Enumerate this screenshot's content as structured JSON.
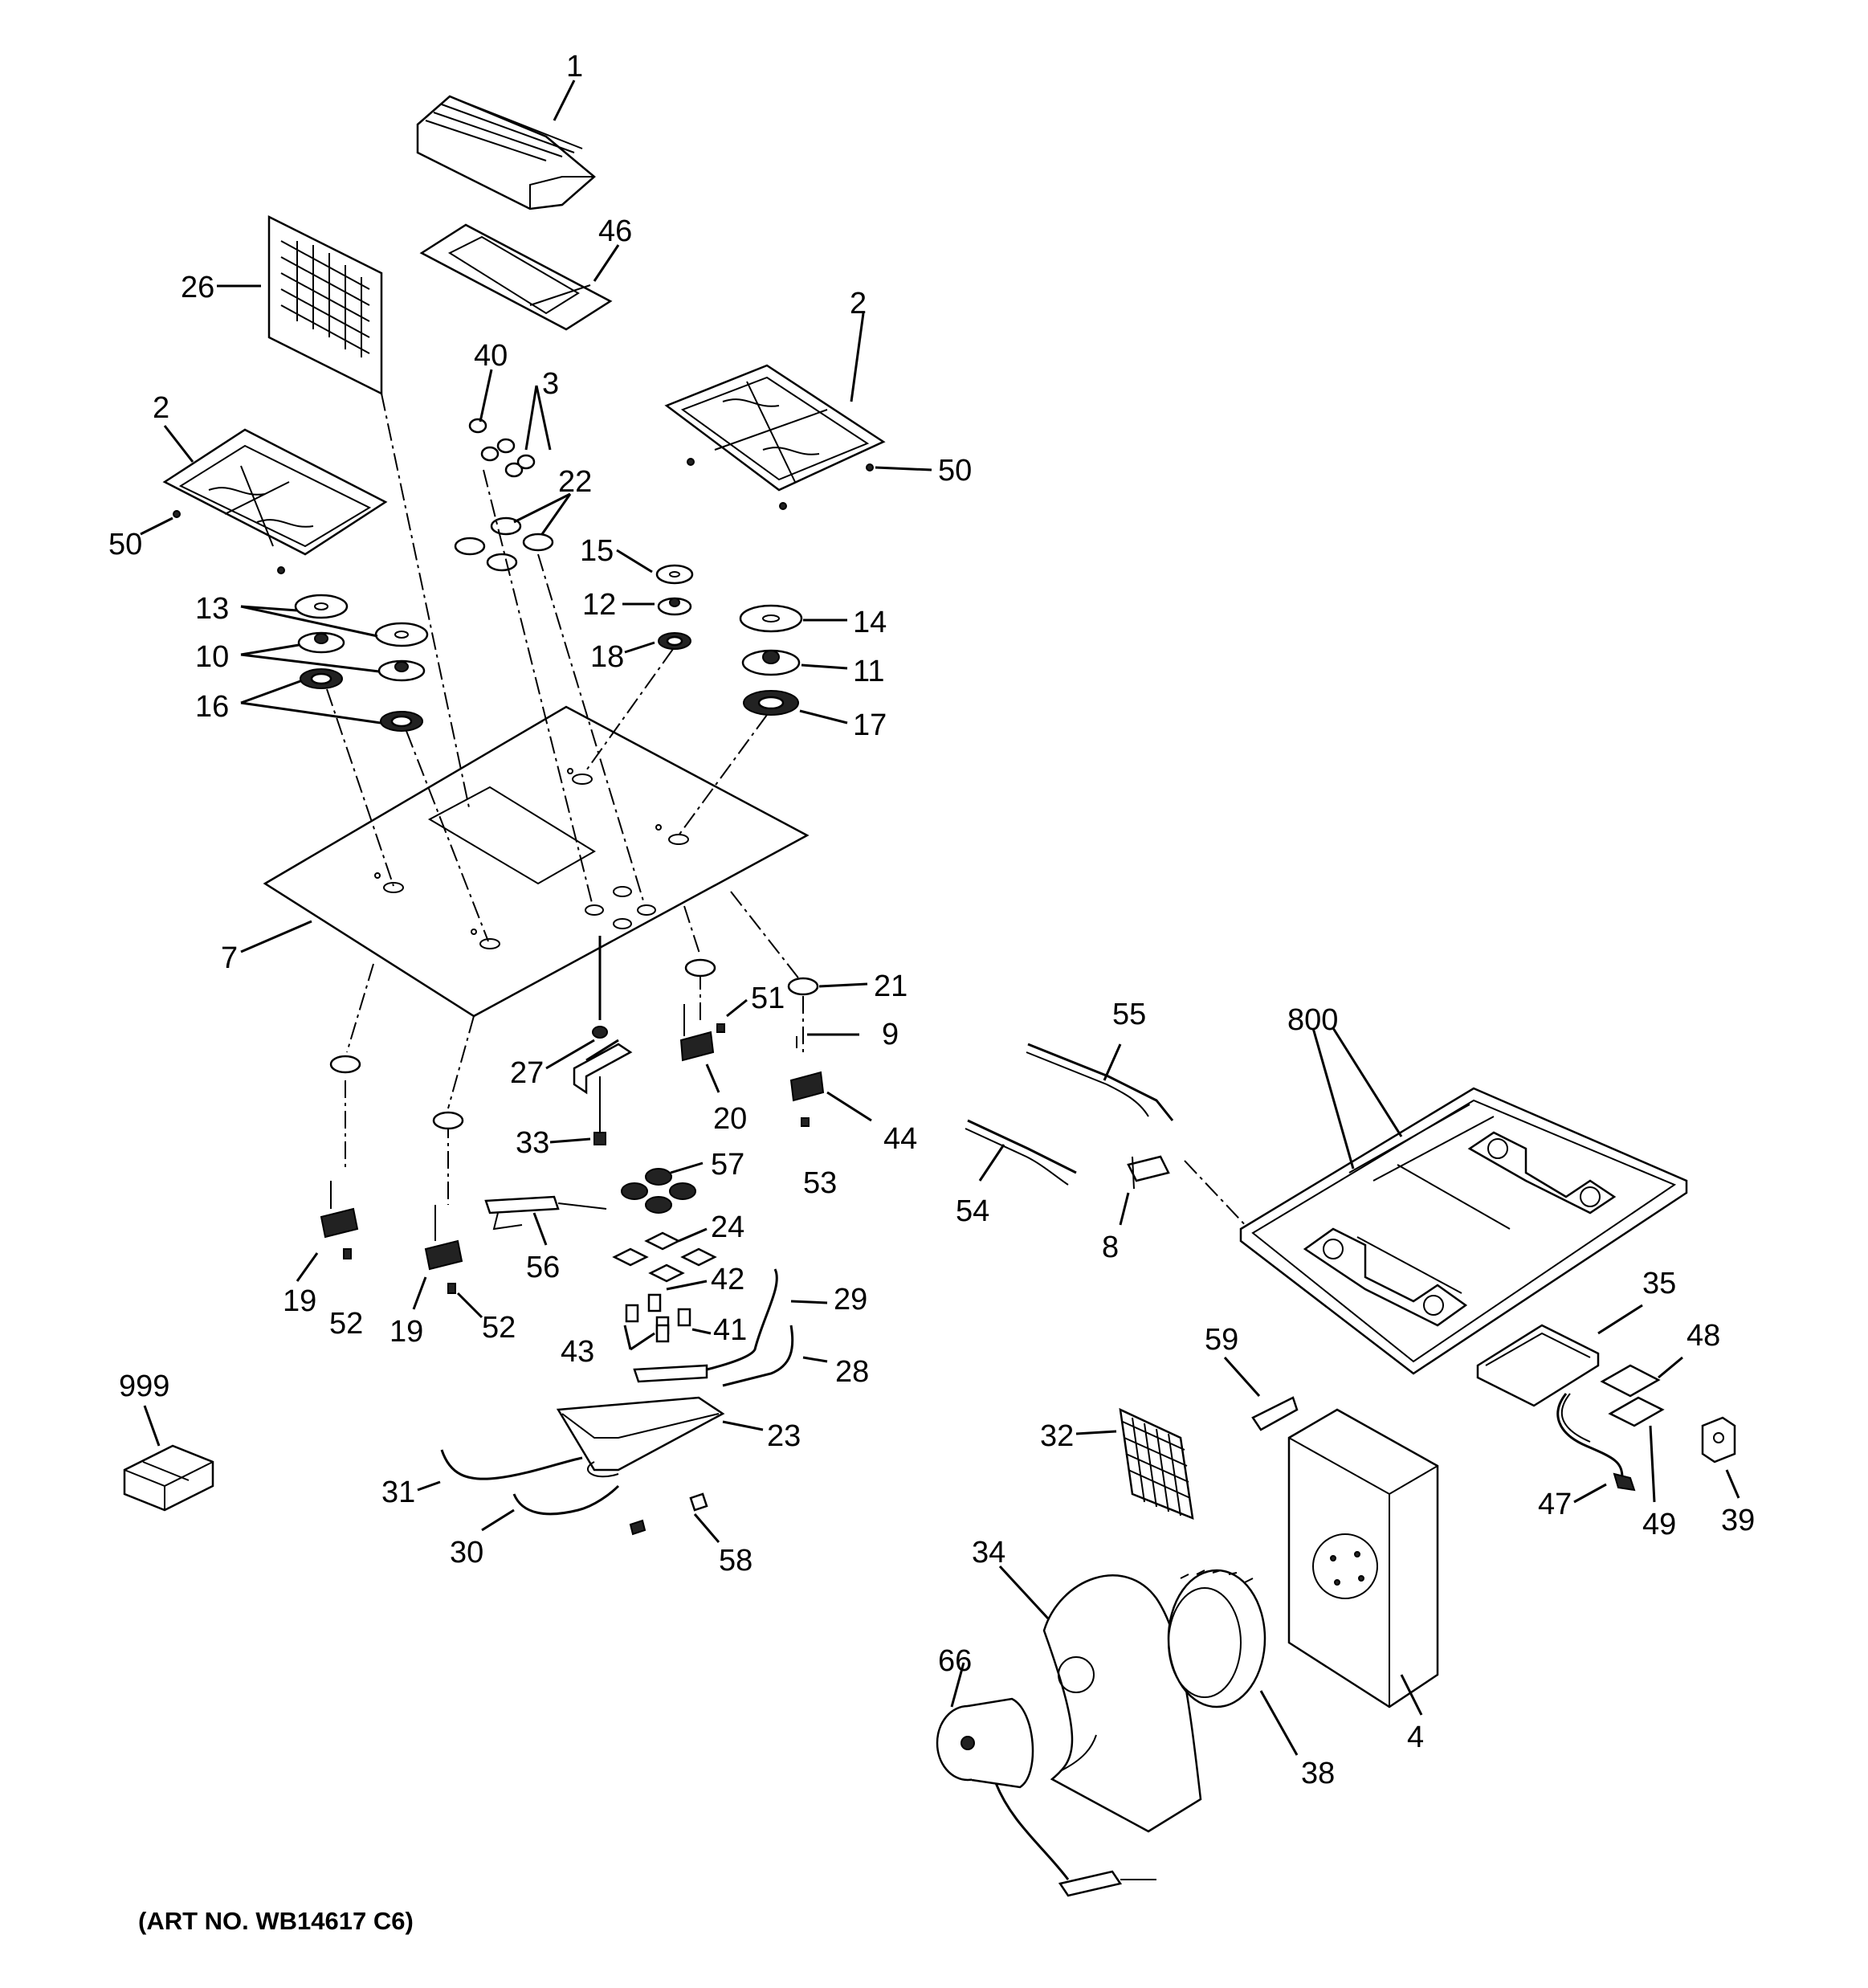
{
  "art_number": "(ART NO. WB14617 C6)",
  "callouts": [
    {
      "id": "c1",
      "text": "1"
    },
    {
      "id": "c46",
      "text": "46"
    },
    {
      "id": "c26",
      "text": "26"
    },
    {
      "id": "c2a",
      "text": "2"
    },
    {
      "id": "c2b",
      "text": "2"
    },
    {
      "id": "c40",
      "text": "40"
    },
    {
      "id": "c3",
      "text": "3"
    },
    {
      "id": "c50a",
      "text": "50"
    },
    {
      "id": "c50b",
      "text": "50"
    },
    {
      "id": "c22",
      "text": "22"
    },
    {
      "id": "c15",
      "text": "15"
    },
    {
      "id": "c12",
      "text": "12"
    },
    {
      "id": "c18",
      "text": "18"
    },
    {
      "id": "c13",
      "text": "13"
    },
    {
      "id": "c10",
      "text": "10"
    },
    {
      "id": "c16",
      "text": "16"
    },
    {
      "id": "c14",
      "text": "14"
    },
    {
      "id": "c11",
      "text": "11"
    },
    {
      "id": "c17",
      "text": "17"
    },
    {
      "id": "c7",
      "text": "7"
    },
    {
      "id": "c21",
      "text": "21"
    },
    {
      "id": "c51",
      "text": "51"
    },
    {
      "id": "c9",
      "text": "9"
    },
    {
      "id": "c27",
      "text": "27"
    },
    {
      "id": "c20",
      "text": "20"
    },
    {
      "id": "c44",
      "text": "44"
    },
    {
      "id": "c33",
      "text": "33"
    },
    {
      "id": "c57",
      "text": "57"
    },
    {
      "id": "c53",
      "text": "53"
    },
    {
      "id": "c55",
      "text": "55"
    },
    {
      "id": "c800",
      "text": "800"
    },
    {
      "id": "c54",
      "text": "54"
    },
    {
      "id": "c8",
      "text": "8"
    },
    {
      "id": "c24",
      "text": "24"
    },
    {
      "id": "c56",
      "text": "56"
    },
    {
      "id": "c19a",
      "text": "19"
    },
    {
      "id": "c52a",
      "text": "52"
    },
    {
      "id": "c19b",
      "text": "19"
    },
    {
      "id": "c52b",
      "text": "52"
    },
    {
      "id": "c42",
      "text": "42"
    },
    {
      "id": "c29",
      "text": "29"
    },
    {
      "id": "c43",
      "text": "43"
    },
    {
      "id": "c41",
      "text": "41"
    },
    {
      "id": "c28",
      "text": "28"
    },
    {
      "id": "c35",
      "text": "35"
    },
    {
      "id": "c48",
      "text": "48"
    },
    {
      "id": "c999",
      "text": "999"
    },
    {
      "id": "c23",
      "text": "23"
    },
    {
      "id": "c59",
      "text": "59"
    },
    {
      "id": "c32",
      "text": "32"
    },
    {
      "id": "c31",
      "text": "31"
    },
    {
      "id": "c47",
      "text": "47"
    },
    {
      "id": "c49",
      "text": "49"
    },
    {
      "id": "c39",
      "text": "39"
    },
    {
      "id": "c30",
      "text": "30"
    },
    {
      "id": "c58",
      "text": "58"
    },
    {
      "id": "c34",
      "text": "34"
    },
    {
      "id": "c66",
      "text": "66"
    },
    {
      "id": "c4",
      "text": "4"
    },
    {
      "id": "c38",
      "text": "38"
    }
  ]
}
